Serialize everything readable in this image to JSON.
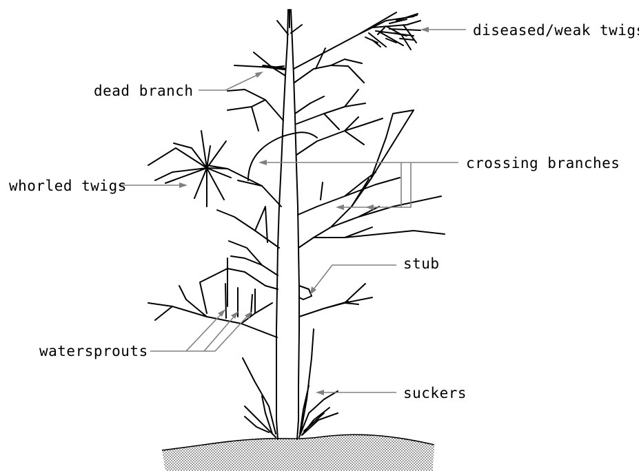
{
  "labels": {
    "diseased": "diseased/weak twigs",
    "dead_branch": "dead branch",
    "crossing": "crossing branches",
    "whorled": "whorled twigs",
    "stub": "stub",
    "watersprouts": "watersprouts",
    "suckers": "suckers"
  },
  "colors": {
    "line": "#000000",
    "leader": "#808080",
    "ground_dots": "#000000"
  }
}
